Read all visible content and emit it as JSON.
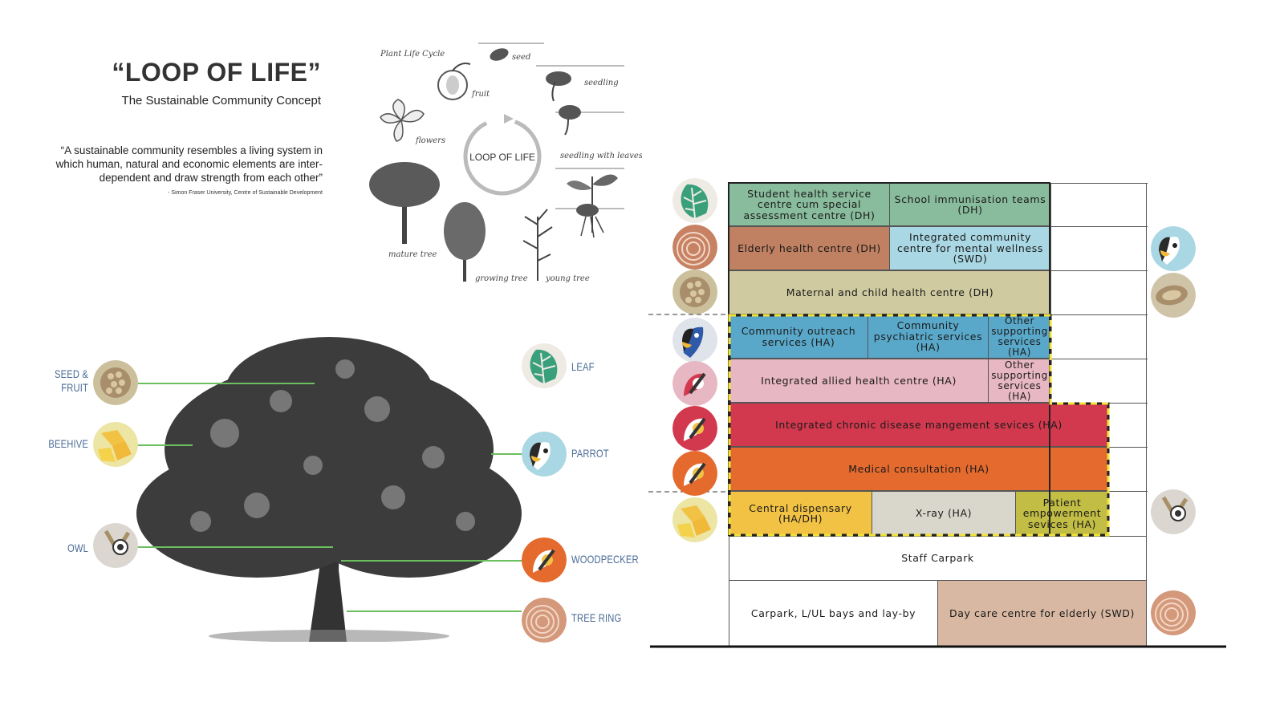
{
  "header": {
    "title": "“LOOP OF LIFE”",
    "subtitle": "The Sustainable Community Concept",
    "quote": "“A sustainable community resembles a living system in which human, natural and economic elements are inter-dependent and draw strength from each other”",
    "source": "- Simon Fraser University, Centre of Sustainable Development"
  },
  "cycle": {
    "title": "Plant Life Cycle",
    "center": "LOOP OF LIFE",
    "stages": {
      "seed": "seed",
      "seedling": "seedling",
      "seedling_leaves": "seedling with leaves",
      "young_tree": "young tree",
      "growing_tree": "growing tree",
      "mature_tree": "mature tree",
      "flowers": "flowers",
      "fruit": "fruit"
    }
  },
  "legend": {
    "seed_fruit": "SEED & FRUIT",
    "beehive": "BEEHIVE",
    "owl": "OWL",
    "leaf": "LEAF",
    "parrot": "PARROT",
    "woodpecker": "WOODPECKER",
    "tree_ring": "TREE RING"
  },
  "building": {
    "student_health": "Student health service centre cum special assessment centre (DH)",
    "school_immunisation": "School immunisation teams (DH)",
    "elderly_health": "Elderly health centre (DH)",
    "community_mental": "Integrated community centre for mental wellness (SWD)",
    "maternal_child": "Maternal and child health centre (DH)",
    "community_outreach": "Community outreach services (HA)",
    "community_psych": "Community psychiatric services (HA)",
    "other_support_1": "Other supporting services (HA)",
    "allied_health": "Integrated allied health centre (HA)",
    "other_support_2": "Other supporting services (HA)",
    "chronic_disease": "Integrated chronic disease mangement sevices (HA)",
    "medical_consultation": "Medical consultation (HA)",
    "central_dispensary": "Central dispensary (HA/DH)",
    "xray": "X-ray (HA)",
    "patient_empowerment": "Patient empowerment sevices (HA)",
    "staff_carpark": "Staff Carpark",
    "carpark": "Carpark, L/UL bays and lay-by",
    "day_care": "Day care centre for elderly (SWD)"
  },
  "colors": {
    "green": "#89bc9c",
    "brown": "#c08062",
    "lightblue": "#a9d7e3",
    "olive": "#cfcaa0",
    "blue": "#5aa8c9",
    "pink": "#e7b7c3",
    "red": "#d2394e",
    "orange": "#e46a2e",
    "yellow": "#f1c244",
    "grey": "#d9d7cc",
    "khaki": "#c2bd45",
    "tan": "#d8b8a2",
    "legend_text": "#4a6b96",
    "leader_line": "#6cbf5e"
  }
}
